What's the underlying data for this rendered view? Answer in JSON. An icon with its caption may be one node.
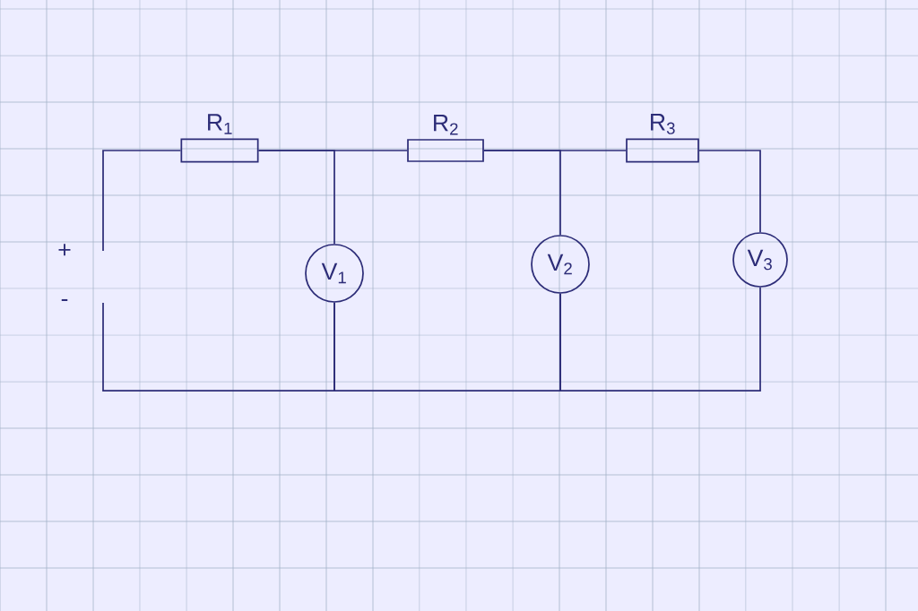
{
  "diagram": {
    "nodes": [
      {
        "text": [
          "R$_{1}$"
        ]
      },
      {
        "text": [
          "R$_{2}$"
        ]
      },
      {
        "text": [
          "R$_{3}$"
        ]
      },
      {
        "text": [
          "V$_{1}$"
        ]
      },
      {
        "text": [
          "V$_{2}$"
        ]
      },
      {
        "text": [
          "V$_{3}$"
        ]
      },
      {
        "text": [
          "+"
        ]
      },
      {
        "text": [
          "-"
        ]
      }
    ],
    "edges": [
      {
        "from": 0,
        "to": 1,
        "arrow": "none"
      },
      {
        "from": 0,
        "to": 3,
        "arrow": "none"
      },
      {
        "from": 1,
        "to": 2,
        "arrow": "none"
      },
      {
        "from": 1,
        "to": 4,
        "arrow": "none"
      },
      {
        "from": 2,
        "to": 5,
        "arrow": "none"
      },
      {
        "from": 3,
        "to": 4,
        "arrow": "none"
      },
      {
        "from": 4,
        "to": 5,
        "arrow": "none"
      },
      {
        "from": 6,
        "to": 0,
        "arrow": "none"
      },
      {
        "from": 7,
        "to": 3,
        "arrow": "none"
      }
    ]
  }
}
